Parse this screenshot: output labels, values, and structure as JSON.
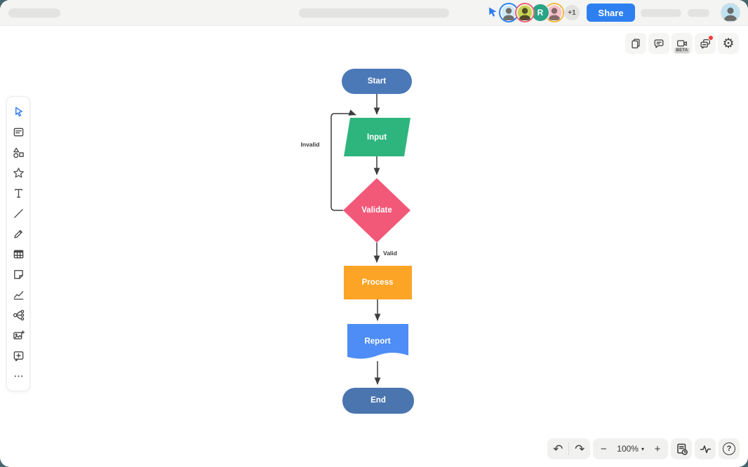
{
  "colors": {
    "window_backdrop": "#46656c",
    "share_blue": "#2e80f0",
    "active_tool_blue": "#2f7df0"
  },
  "topbar": {
    "share_label": "Share",
    "overflow_badge": "+1",
    "collaborators": [
      {
        "id": "viewer",
        "ring": "#2f80ed",
        "bg": "#cfe9f4"
      },
      {
        "id": "collab-1",
        "ring": "#f2637a",
        "bg": "#c9d455"
      },
      {
        "id": "collab-2",
        "ring": "#2aa386",
        "bg": "#2aa386",
        "initial": "R"
      },
      {
        "id": "collab-3",
        "ring": "#f0b93f",
        "bg": "#f6c1ca"
      },
      {
        "id": "account",
        "ring": "#e0e0e0",
        "bg": "#bfe2f0"
      }
    ]
  },
  "right_toolbar": {
    "beta_label": "BETA",
    "buttons": [
      "pages",
      "comments",
      "video-beta",
      "chat-notifications",
      "settings"
    ],
    "chat_has_notification": true
  },
  "left_toolbar": {
    "items": [
      "select-tool",
      "card-tool",
      "shapes-tool",
      "favorites-tool",
      "text-tool",
      "line-tool",
      "draw-tool",
      "table-tool",
      "sticky-note-tool",
      "chart-tool",
      "mindmap-tool",
      "image-tool",
      "embed-tool",
      "more-tools"
    ],
    "active_item": "select-tool"
  },
  "canvas": {
    "nodes": [
      {
        "id": "start",
        "label": "Start",
        "shape": "terminator",
        "color": "#4b79b8"
      },
      {
        "id": "input",
        "label": "Input",
        "shape": "parallelogram",
        "color": "#2eb57d"
      },
      {
        "id": "validate",
        "label": "Validate",
        "shape": "diamond",
        "color": "#f25878"
      },
      {
        "id": "process",
        "label": "Process",
        "shape": "rectangle",
        "color": "#fca426"
      },
      {
        "id": "report",
        "label": "Report",
        "shape": "document",
        "color": "#4e8df6"
      },
      {
        "id": "end",
        "label": "End",
        "shape": "terminator",
        "color": "#4a75af"
      }
    ],
    "edges": [
      {
        "from": "start",
        "to": "input"
      },
      {
        "from": "input",
        "to": "validate"
      },
      {
        "from": "validate",
        "to": "process",
        "label": "Valid"
      },
      {
        "from": "validate",
        "to": "input",
        "label": "Invalid"
      },
      {
        "from": "process",
        "to": "report"
      },
      {
        "from": "report",
        "to": "end"
      }
    ]
  },
  "bottom_toolbar": {
    "zoom_level": "100%",
    "buttons": [
      "undo",
      "redo",
      "zoom-out",
      "zoom-level",
      "zoom-in",
      "version-history",
      "activity",
      "help"
    ],
    "help_glyph": "?",
    "minus_glyph": "−",
    "plus_glyph": "+",
    "undo_glyph": "↶",
    "redo_glyph": "↷"
  }
}
